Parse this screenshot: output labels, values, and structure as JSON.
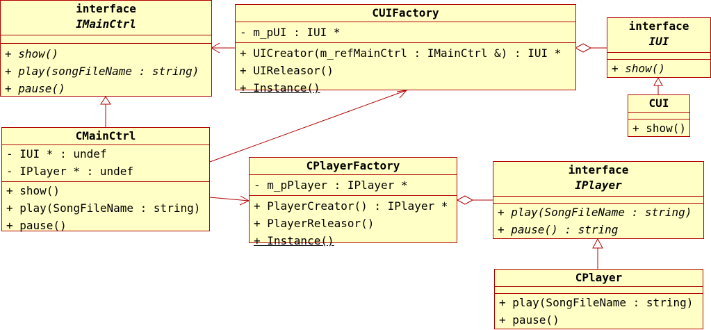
{
  "classes": {
    "imainctrl": {
      "stereotype": "interface",
      "name": "IMainCtrl",
      "attributes": [],
      "operations": [
        "+ show()",
        "+ play(songFileName : string)",
        "+ pause()"
      ]
    },
    "cuifactory": {
      "name": "CUIFactory",
      "attributes": [
        "- m_pUI : IUI *"
      ],
      "operations": [
        "+ UICreator(m_refMainCtrl : IMainCtrl &) : IUI *",
        "+ UIReleasor()",
        "+ Instance()"
      ]
    },
    "iui": {
      "stereotype": "interface",
      "name": "IUI",
      "attributes": [],
      "operations": [
        "+ show()"
      ]
    },
    "cui": {
      "name": "CUI",
      "attributes": [],
      "operations": [
        "+ show()"
      ]
    },
    "cmainctrl": {
      "name": "CMainCtrl",
      "attributes": [
        "- IUI * : undef",
        "- IPlayer * : undef"
      ],
      "operations": [
        "+ show()",
        "+ play(SongFileName : string)",
        "+ pause()"
      ]
    },
    "cplayerfactory": {
      "name": "CPlayerFactory",
      "attributes": [
        "- m_pPlayer : IPlayer *"
      ],
      "operations": [
        "+ PlayerCreator() : IPlayer *",
        "+ PlayerReleasor()",
        "+ Instance()"
      ]
    },
    "iplayer": {
      "stereotype": "interface",
      "name": "IPlayer",
      "attributes": [],
      "operations": [
        "+ play(SongFileName : string)",
        "+ pause() : string"
      ]
    },
    "cplayer": {
      "name": "CPlayer",
      "attributes": [],
      "operations": [
        "+ play(SongFileName : string)",
        "+ pause()"
      ]
    }
  },
  "colors": {
    "border": "#b20000",
    "fill": "#ffffc6",
    "text": "#000000"
  }
}
